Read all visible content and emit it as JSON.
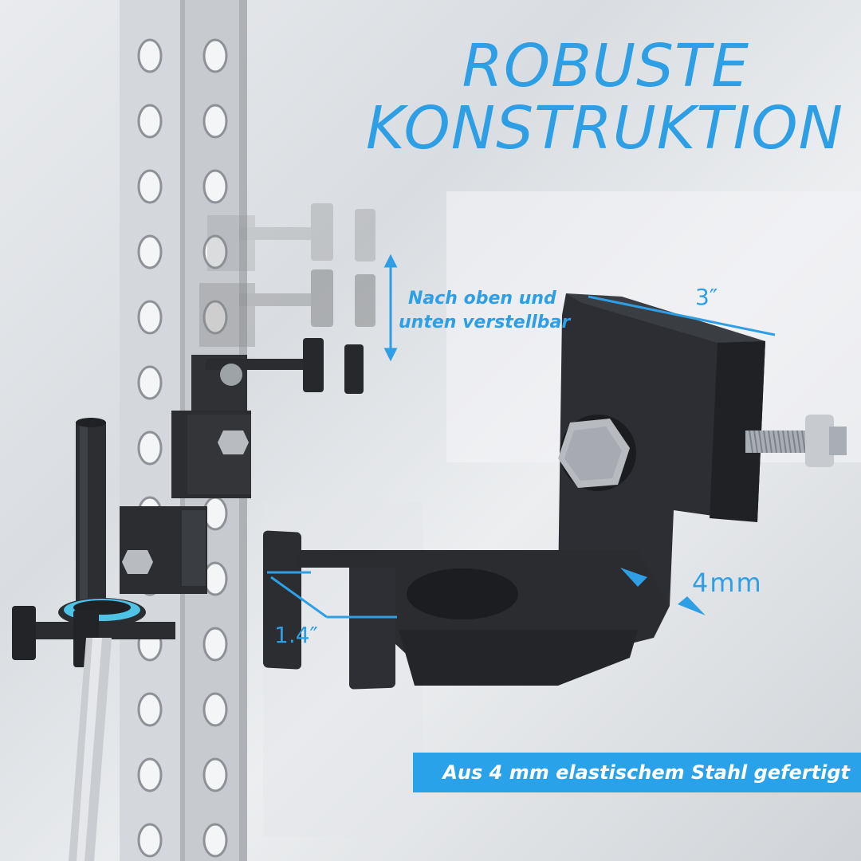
{
  "headline": {
    "line1": "ROBUSTE",
    "line2": "KONSTRUKTION"
  },
  "adjust_note": {
    "line1": "Nach oben und",
    "line2": "unten verstellbar"
  },
  "dimensions": {
    "width": "3″",
    "depth": "1.4″",
    "thickness": "4mm"
  },
  "banner": "Aus 4 mm elastischem Stahl gefertigt",
  "colors": {
    "accent": "#2e9fe4",
    "banner_bg": "#2aa2ea",
    "steel": "#2b2d31",
    "rack": "#c9ccd0",
    "ring": "#4fc3e6"
  }
}
